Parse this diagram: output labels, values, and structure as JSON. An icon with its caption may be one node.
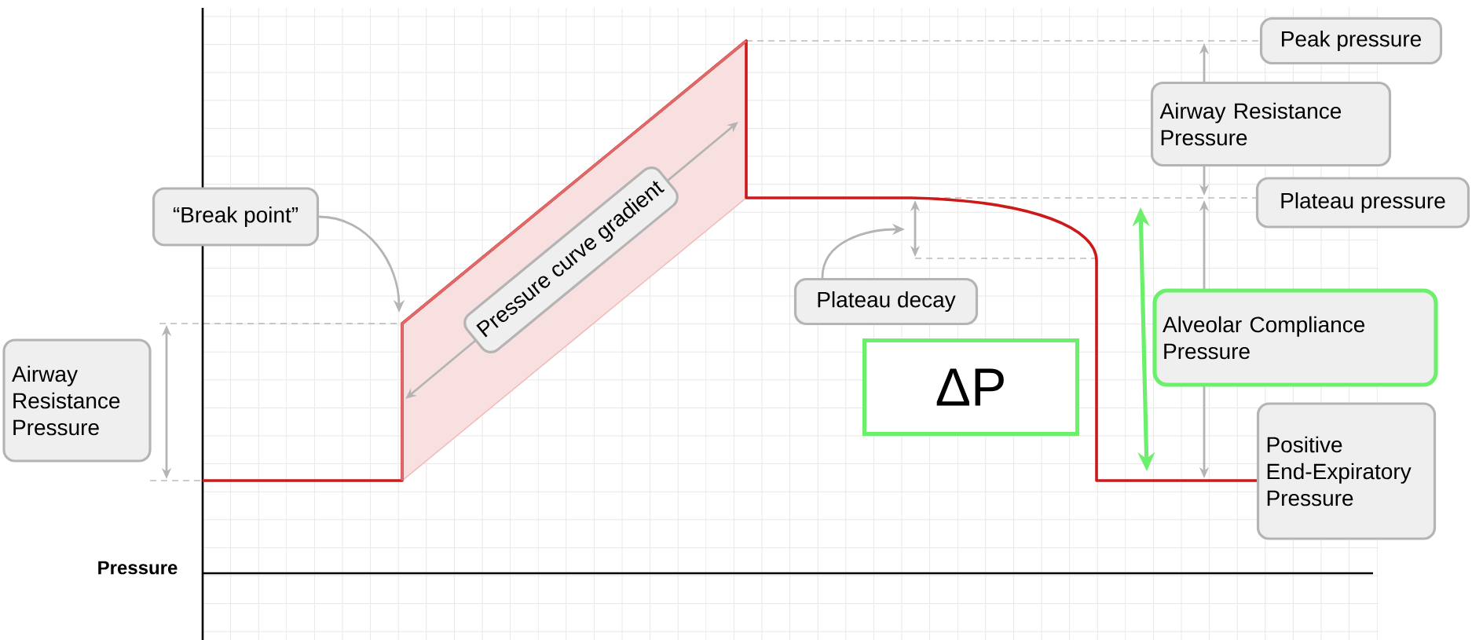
{
  "diagram": {
    "nodes": [
      {
        "text": [
          "“Break point”"
        ]
      },
      {
        "text": [
          "Pressure curve gradient"
        ]
      },
      {
        "text": [
          "Airway Resistance Pressure"
        ]
      },
      {
        "text": [
          "Plateau decay"
        ]
      },
      {
        "text": [
          "ΔP"
        ]
      },
      {
        "text": [
          "Peak pressure"
        ]
      },
      {
        "text": [
          "Airway Resistance Pressure"
        ]
      },
      {
        "text": [
          "Plateau pressure"
        ]
      },
      {
        "text": [
          "Alveolar Compliance Pressure"
        ]
      },
      {
        "text": [
          "Positive End-Expiratory Pressure"
        ]
      }
    ],
    "edges": [
      {
        "from": 0,
        "to": null,
        "arrow": "to"
      },
      {
        "from": 3,
        "to": null,
        "arrow": "to"
      }
    ],
    "labels": [
      "Pressure"
    ]
  }
}
